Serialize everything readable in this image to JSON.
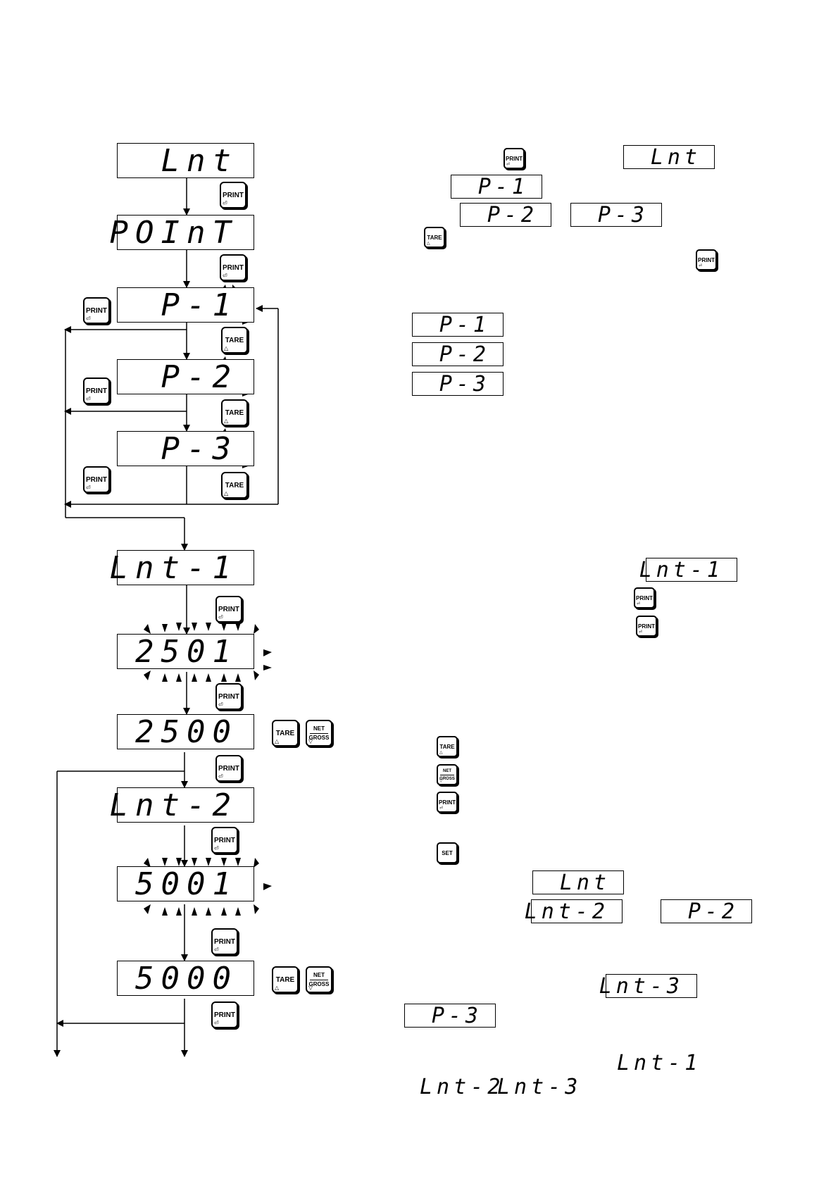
{
  "flow": {
    "lnt": "Lnt",
    "point": "POInT",
    "p1": "P-1",
    "p2": "P-2",
    "p3": "P-3",
    "lnt1": "Lnt-1",
    "v2501": "2501",
    "v2500": "2500",
    "lnt2": "Lnt-2",
    "v5001": "5001",
    "v5000": "5000"
  },
  "keys": {
    "print": "PRINT",
    "tare": "TARE",
    "net": "NET",
    "gross": "GROSS",
    "set": "SET",
    "corner_print": "⏎",
    "corner_tare": "△",
    "corner_gross": "▽"
  },
  "notes": {
    "lnt": "Lnt",
    "p1": "P-1",
    "p2": "P-2",
    "p3": "P-3",
    "list_p1": "P-1",
    "list_p2": "P-2",
    "list_p3": "P-3",
    "lnt1": "Lnt-1",
    "lnt_b": "Lnt",
    "lnt2": "Lnt-2",
    "p2_b": "P-2",
    "lnt3": "Lnt-3",
    "p3_b": "P-3",
    "free_lnt1": "Lnt-1",
    "free_lnt2": "Lnt-2",
    "free_lnt3": "Lnt-3"
  }
}
